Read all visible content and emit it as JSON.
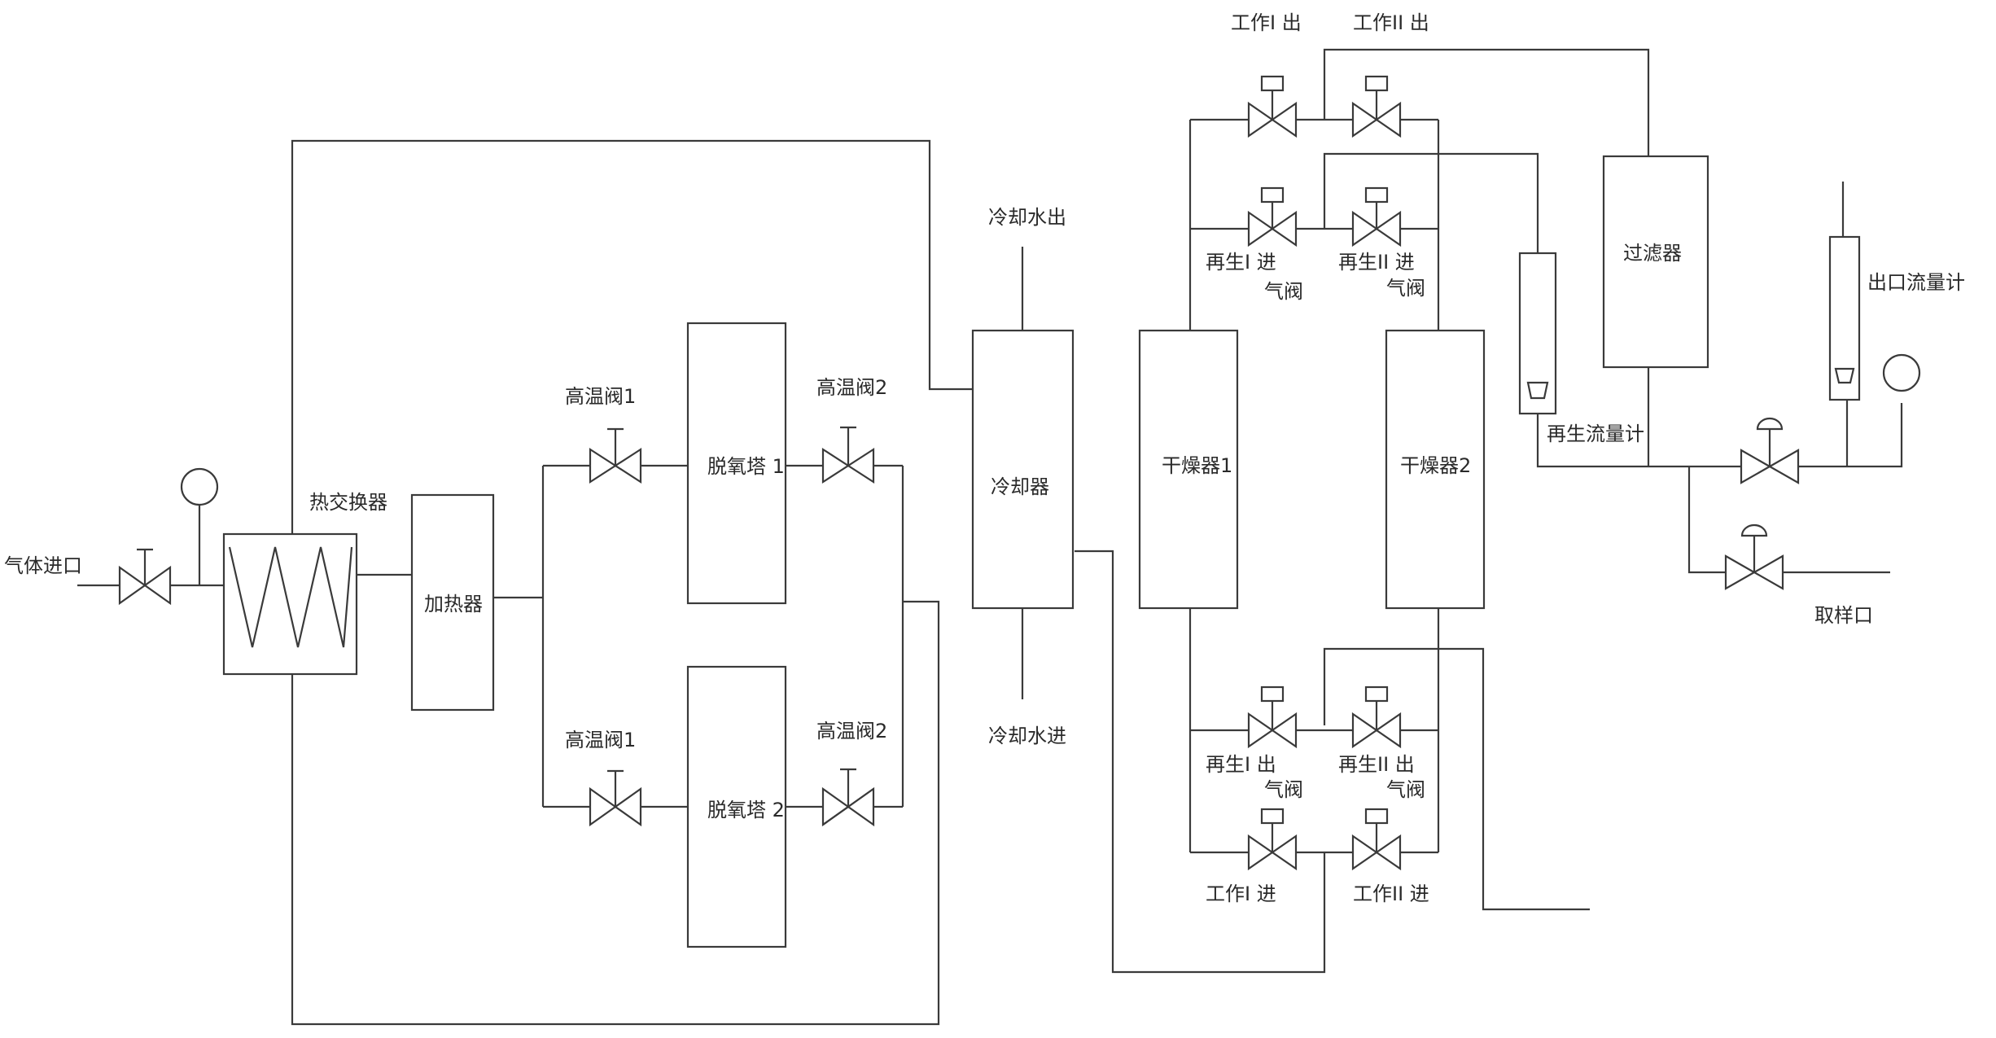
{
  "labels": {
    "gas_inlet": "气体进口",
    "heat_exchanger": "热交换器",
    "heater": "加热器",
    "hv1_top": "高温阀1",
    "hv2_top": "高温阀2",
    "hv1_bottom": "高温阀1",
    "hv2_bottom": "高温阀2",
    "deox1": "脱氧塔 1",
    "deox2": "脱氧塔 2",
    "cooling_water_out": "冷却水出",
    "cooling_water_in": "冷却水进",
    "cooler": "冷却器",
    "dryer1": "干燥器1",
    "dryer2": "干燥器2",
    "work1_out": "工作I 出",
    "work2_out": "工作II 出",
    "regen1_in": "再生I 进",
    "regen2_in": "再生II 进",
    "regen1_out": "再生I 出",
    "regen2_out": "再生II 出",
    "gas_valve": "气阀",
    "work1_in": "工作I 进",
    "work2_in": "工作II 进",
    "regen_flowmeter": "再生流量计",
    "filter": "过滤器",
    "outlet_flowmeter": "出口流量计",
    "sampling_port": "取样口"
  }
}
